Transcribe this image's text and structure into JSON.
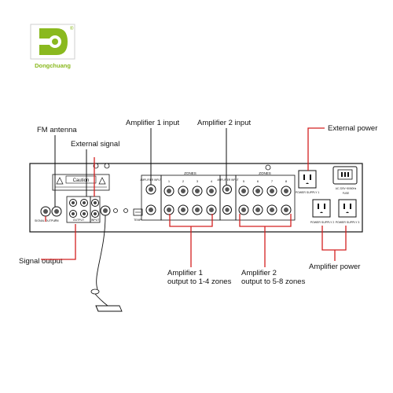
{
  "logo": {
    "name": "Dongchuang",
    "mark": "D",
    "registered": "®"
  },
  "labels": {
    "fm_antenna": "FM antenna",
    "external_signal": "External signal",
    "amplifier1_input": "Amplifier 1 input",
    "amplifier2_input": "Amplifier 2 input",
    "external_power": "External power",
    "signal_output": "Signal output",
    "amplifier1_output_line1": "Amplifier 1",
    "amplifier1_output_line2": "output to 1-4 zones",
    "amplifier2_output_line1": "Amplifier 2",
    "amplifier2_output_line2": "output to 5-8 zones",
    "amplifier_power": "Amplifier power"
  },
  "panel": {
    "caution_title": "Caution",
    "zones_label": "ZONES",
    "zones_left": [
      "1",
      "2",
      "3",
      "4"
    ],
    "zones_right": [
      "5",
      "6",
      "7",
      "8"
    ],
    "power_supply_1": "POWER SUPPLY 1",
    "power_supply_2": "POWER SUPPLY 2",
    "power_supply_3": "POWER SUPPLY 3",
    "ac_input": "AC 220V~50/60Hz",
    "fuse": "FUSE",
    "amp_input_1": "AMPLIFIER INPUT",
    "amp_input_2": "AMPLIFIER INPUT",
    "output_label": "OUTPUT",
    "input_label": "INPUT",
    "fm_label": "FM",
    "signal_output_label": "SIGNAL OUTPUT",
    "temp_label": "TEMP"
  },
  "colors": {
    "callout_red": "#d42020",
    "panel_stroke": "#111111",
    "logo_green": "#8ab91f"
  }
}
